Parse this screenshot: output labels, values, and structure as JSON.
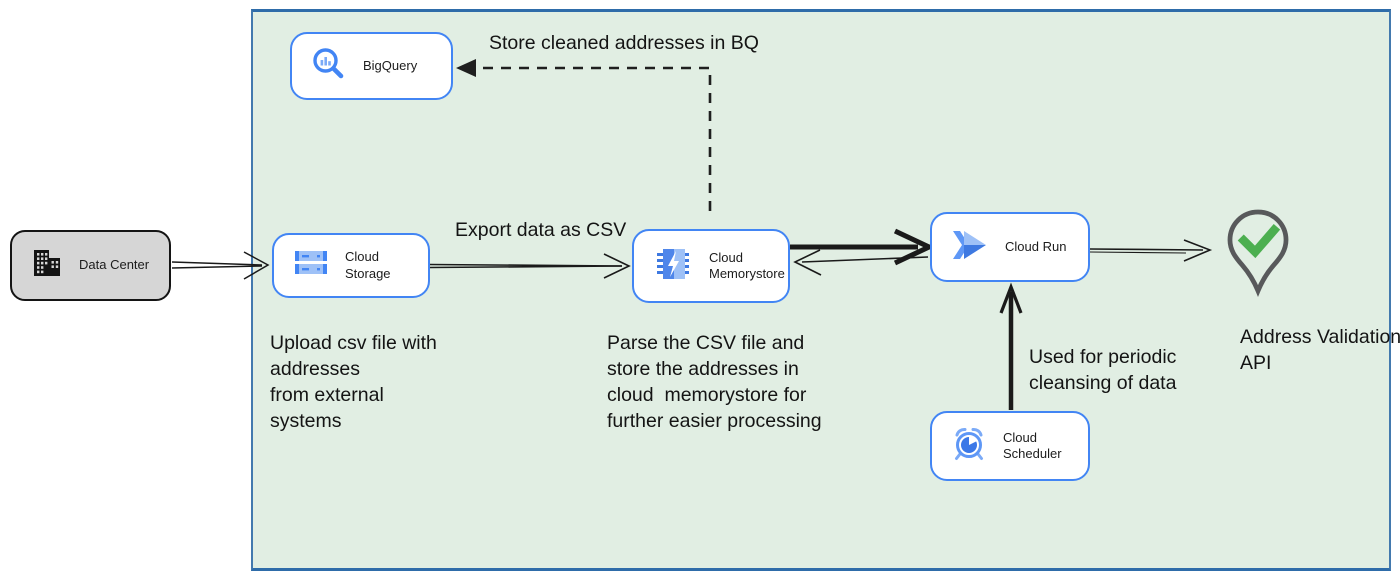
{
  "nodes": {
    "data_center": {
      "label": "Data Center",
      "icon": "building-icon"
    },
    "bigquery": {
      "label": "BigQuery",
      "icon": "bigquery-magnifier-icon"
    },
    "cloud_storage": {
      "label": "Cloud Storage",
      "icon": "storage-buckets-icon"
    },
    "cloud_memorystore": {
      "label": "Cloud Memorystore",
      "icon": "memorystore-chip-icon"
    },
    "cloud_run": {
      "label": "Cloud Run",
      "icon": "cloud-run-chevrons-icon"
    },
    "cloud_scheduler": {
      "label": "Cloud Scheduler",
      "icon": "scheduler-alarm-clock-icon"
    },
    "address_validation": {
      "label": "Address Validation API",
      "icon": "map-pin-check-icon"
    }
  },
  "edge_labels": {
    "store_bq": "Store cleaned addresses in BQ",
    "export_csv": "Export data as CSV",
    "periodic": "Used for periodic\ncleansing of data"
  },
  "annotations": {
    "upload": "Upload csv file with\naddresses\nfrom external\nsystems",
    "parse": "Parse the CSV file and\nstore the addresses in\ncloud  memorystore for\nfurther easier processing"
  },
  "colors": {
    "container_fill": "#e1eee3",
    "container_border": "#4379ae",
    "node_border": "#4285f4",
    "node_fill": "#ffffff",
    "datacenter_fill": "#d6d6d6",
    "arrow_black": "#1a1a1a",
    "check_green": "#4caf50",
    "pin_outline_gray": "#58595b",
    "icon_blue": "#4285f4",
    "icon_blue_light": "#9ec1f7"
  }
}
